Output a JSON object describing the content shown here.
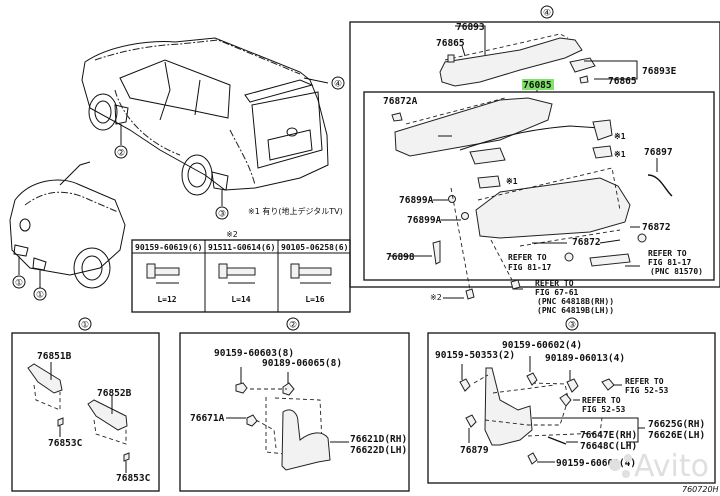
{
  "diagram": {
    "code": "760720H",
    "watermark": "Avito",
    "highlight_color": "#7fe36a"
  },
  "overview": {
    "callouts": [
      "①",
      "①",
      "②",
      "③",
      "④"
    ],
    "note1": "※1 有り(地上デジタルTV)",
    "note2_mark": "※2",
    "bolts": [
      {
        "part": "90159-60619(6)",
        "length": "L=12"
      },
      {
        "part": "91511-G0614(6)",
        "length": "L=14"
      },
      {
        "part": "90105-06258(6)",
        "length": "L=16"
      }
    ]
  },
  "section4": {
    "number": "④",
    "labels": {
      "p76893": "76893",
      "p76865a": "76865",
      "p76893e": "76893E",
      "p76865b": "76865",
      "p76085": "76085",
      "p76872a": "76872A",
      "mark1a": "※1",
      "mark1b": "※1",
      "mark1c": "※1",
      "p76897": "76897",
      "p76899a1": "76899A",
      "p76899a2": "76899A",
      "p76872a2": "76872",
      "p76872b": "76872",
      "p76898": "76898",
      "ref1_l1": "REFER TO",
      "ref1_l2": "FIG 81-17",
      "ref2_l1": "REFER TO",
      "ref2_l2": "FIG 81-17",
      "ref2_l3": "(PNC 81570)",
      "mark2": "※2",
      "ref3_l1": "REFER TO",
      "ref3_l2": "FIG 67-61",
      "ref3_l3": "(PNC 64818B(RH))",
      "ref3_l4": "(PNC 64819B(LH))"
    }
  },
  "section1": {
    "number": "①",
    "labels": {
      "p76851b": "76851B",
      "p76853c1": "76853C",
      "p76852b": "76852B",
      "p76853c2": "76853C"
    }
  },
  "section2": {
    "number": "②",
    "labels": {
      "p90159": "90159-60603(8)",
      "p90189": "90189-06065(8)",
      "p76671a": "76671A",
      "p76621d": "76621D(RH)",
      "p76622d": "76622D(LH)"
    }
  },
  "section3": {
    "number": "③",
    "labels": {
      "p90159_50353": "90159-50353(2)",
      "p90159_60602a": "90159-60602(4)",
      "p90189_06013": "90189-06013(4)",
      "ref1_l1": "REFER TO",
      "ref1_l2": "FIG 52-53",
      "ref2_l1": "REFER TO",
      "ref2_l2": "FIG 52-53",
      "p76625g": "76625G(RH)",
      "p76626e": "76626E(LH)",
      "p76647e": "76647E(RH)",
      "p76648c": "76648C(LH)",
      "p76879": "76879",
      "p90159_60602b": "90159-60602(4)"
    }
  }
}
